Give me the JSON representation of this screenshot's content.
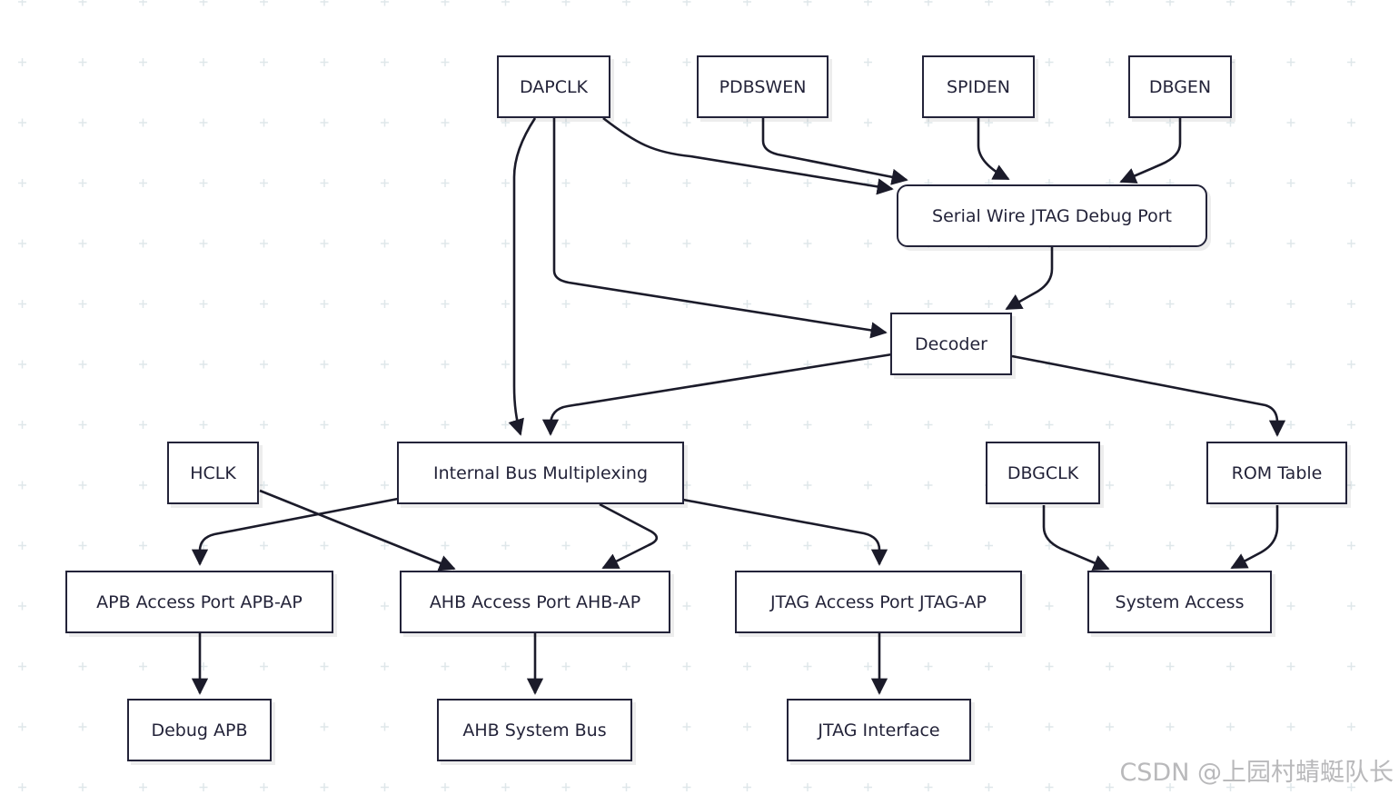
{
  "diagram": {
    "nodes": {
      "dapclk": "DAPCLK",
      "pdbswen": "PDBSWEN",
      "spiden": "SPIDEN",
      "dbgen": "DBGEN",
      "swj_dp": "Serial Wire JTAG Debug Port",
      "decoder": "Decoder",
      "hclk": "HCLK",
      "ibm": "Internal Bus Multiplexing",
      "dbgclk": "DBGCLK",
      "rom_table": "ROM Table",
      "apb_ap": "APB Access Port APB-AP",
      "ahb_ap": "AHB Access Port AHB-AP",
      "jtag_ap": "JTAG Access Port JTAG-AP",
      "system_access": "System Access",
      "debug_apb": "Debug APB",
      "ahb_system_bus": "AHB System Bus",
      "jtag_interface": "JTAG Interface"
    },
    "edges": [
      [
        "dapclk",
        "swj_dp"
      ],
      [
        "pdbswen",
        "swj_dp"
      ],
      [
        "spiden",
        "swj_dp"
      ],
      [
        "dbgen",
        "swj_dp"
      ],
      [
        "dapclk",
        "decoder"
      ],
      [
        "swj_dp",
        "decoder"
      ],
      [
        "dapclk",
        "ibm"
      ],
      [
        "decoder",
        "ibm"
      ],
      [
        "decoder",
        "rom_table"
      ],
      [
        "ibm",
        "apb_ap"
      ],
      [
        "hclk",
        "ahb_ap"
      ],
      [
        "ibm",
        "ahb_ap"
      ],
      [
        "ibm",
        "jtag_ap"
      ],
      [
        "dbgclk",
        "system_access"
      ],
      [
        "rom_table",
        "system_access"
      ],
      [
        "apb_ap",
        "debug_apb"
      ],
      [
        "ahb_ap",
        "ahb_system_bus"
      ],
      [
        "jtag_ap",
        "jtag_interface"
      ]
    ]
  },
  "colors": {
    "stroke": "#232339",
    "grid": "#dfe7ea",
    "watermark": "#b9b9bb"
  },
  "watermark": "CSDN @上园村蜻蜓队长"
}
